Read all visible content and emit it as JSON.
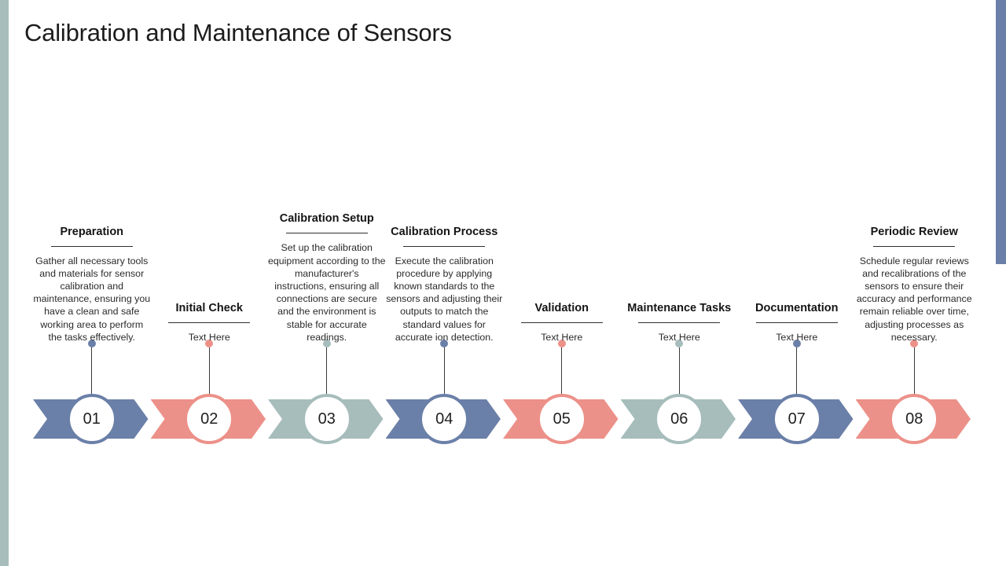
{
  "title": "Calibration and Maintenance of Sensors",
  "colors": {
    "blue": "#6b80a8",
    "salmon": "#ec9189",
    "sage": "#a6bdbb",
    "edge_left": "#a6bdbb",
    "edge_right": "#6b80a8",
    "title_text": "#1c1c1c",
    "body_text": "#2b2b2b"
  },
  "steps": [
    {
      "number": "01",
      "heading": "Preparation",
      "body": "Gather all necessary tools and materials for sensor calibration and maintenance, ensuring you have a clean and safe working area to perform the tasks effectively.",
      "color": "#6b80a8"
    },
    {
      "number": "02",
      "heading": "Initial Check",
      "body": "Text Here",
      "color": "#ec9189"
    },
    {
      "number": "03",
      "heading": "Calibration Setup",
      "body": "Set up the calibration equipment according to the manufacturer's instructions, ensuring all connections are secure and the environment is stable for accurate readings.",
      "color": "#a6bdbb"
    },
    {
      "number": "04",
      "heading": "Calibration Process",
      "body": "Execute the calibration procedure by applying known standards to the sensors and adjusting their outputs to match the standard values for accurate ion detection.",
      "color": "#6b80a8"
    },
    {
      "number": "05",
      "heading": "Validation",
      "body": "Text Here",
      "color": "#ec9189"
    },
    {
      "number": "06",
      "heading": "Maintenance Tasks",
      "body": "Text Here",
      "color": "#a6bdbb"
    },
    {
      "number": "07",
      "heading": "Documentation",
      "body": "Text Here",
      "color": "#6b80a8"
    },
    {
      "number": "08",
      "heading": "Periodic Review",
      "body": "Schedule regular reviews and recalibrations of the sensors to ensure their accuracy and performance remain reliable over time, adjusting processes as necessary.",
      "color": "#ec9189"
    }
  ]
}
